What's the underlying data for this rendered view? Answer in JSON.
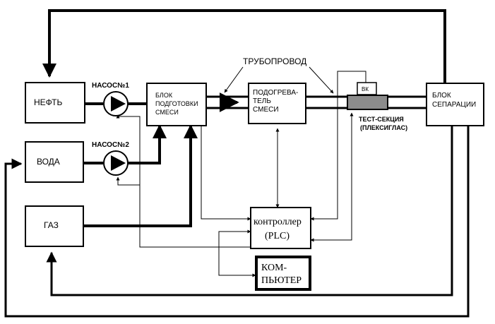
{
  "blocks": {
    "oil": "НЕФТЬ",
    "water": "ВОДА",
    "gas": "ГАЗ",
    "prep": [
      "БЛОК",
      "ПОДГОТОВКИ",
      "СМЕСИ"
    ],
    "heater": [
      "ПОДОГРЕВА-",
      "ТЕЛЬ",
      "СМЕСИ"
    ],
    "separation": [
      "БЛОК",
      "СЕПАРАЦИИ"
    ],
    "controller": [
      "контроллер",
      "(PLC)"
    ],
    "computer": [
      "КОМ-",
      "ПЬЮТЕР"
    ],
    "vk": "ВК"
  },
  "labels": {
    "pump1": "НАСОС№1",
    "pump2": "НАСОС№2",
    "pipeline": "ТРУБОПРОВОД",
    "test_section": [
      "ТЕСТ-СЕКЦИЯ",
      "(ПЛЕКСИГЛАС)"
    ]
  }
}
